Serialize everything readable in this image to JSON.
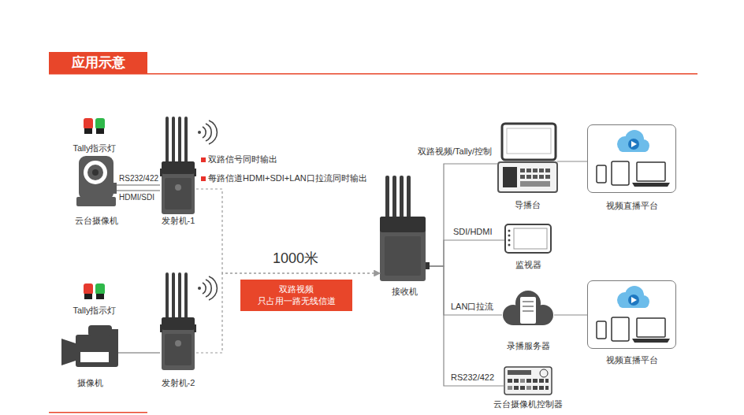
{
  "diagram": {
    "title": "应用示意",
    "nodes": [
      {
        "text": [
          "Tally指示灯"
        ]
      },
      {
        "text": [
          "云台摄像机"
        ]
      },
      {
        "text": [
          "发射机-1"
        ]
      },
      {
        "text": [
          "Tally指示灯"
        ]
      },
      {
        "text": [
          "摄像机"
        ]
      },
      {
        "text": [
          "发射机-2"
        ]
      },
      {
        "text": [
          "双路视频 只占用一路无线信道"
        ]
      },
      {
        "text": [
          "接收机"
        ]
      },
      {
        "text": [
          "导播台"
        ]
      },
      {
        "text": [
          "视频直播平台"
        ]
      },
      {
        "text": [
          "监视器"
        ]
      },
      {
        "text": [
          "录播服务器"
        ]
      },
      {
        "text": [
          "视频直播平台"
        ]
      },
      {
        "text": [
          "云台摄像机控制器"
        ]
      }
    ],
    "edges": [
      {
        "from": 1,
        "to": 2,
        "label": "RS232/422",
        "arrow": "none"
      },
      {
        "from": 1,
        "to": 2,
        "label": "HDMI/SDI",
        "arrow": "none"
      },
      {
        "from": 4,
        "to": 5,
        "arrow": "none"
      },
      {
        "from": 2,
        "to": 7,
        "arrow": "to"
      },
      {
        "from": 5,
        "to": 7,
        "arrow": "to"
      },
      {
        "from": 7,
        "to": 8,
        "label": "双路视频/Tally/控制",
        "arrow": "none"
      },
      {
        "from": 7,
        "to": 10,
        "label": "SDI/HDMI",
        "arrow": "none"
      },
      {
        "from": 7,
        "to": 11,
        "label": "LAN口拉流",
        "arrow": "none"
      },
      {
        "from": 7,
        "to": 13,
        "label": "RS232/422",
        "arrow": "none"
      },
      {
        "from": 8,
        "to": 9,
        "arrow": "none"
      },
      {
        "from": 11,
        "to": 12,
        "arrow": "none"
      }
    ],
    "labels": [
      "双路信号同时输出",
      "每路信道HDMI+SDI+LAN口拉流同时输出",
      "1000米"
    ]
  }
}
